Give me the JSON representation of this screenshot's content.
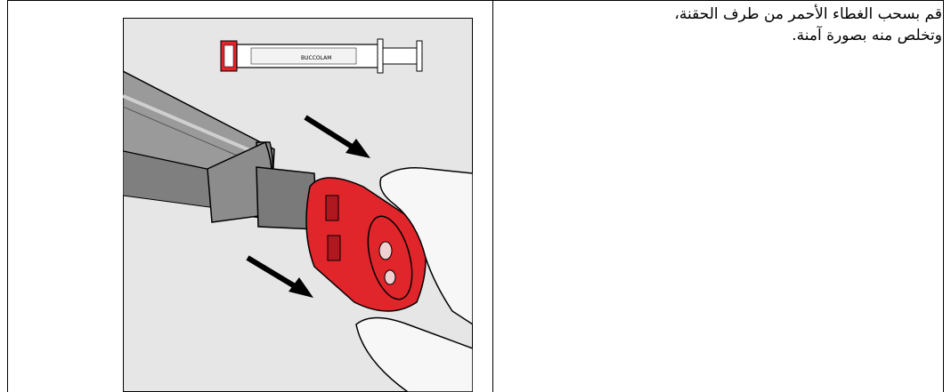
{
  "instruction": {
    "line1": "قم بسحب الغطاء الأحمر من طرف الحقنة،",
    "line2": "وتخلص منه بصورة آمنة."
  },
  "illustration": {
    "syringe_label": "BUCCOLAM",
    "colors": {
      "cap_red": "#e0252b",
      "background": "#e6e6e6",
      "syringe_gray": "#8c8c8c"
    }
  }
}
